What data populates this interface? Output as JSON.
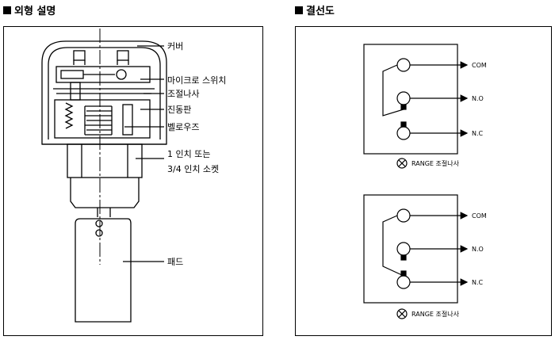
{
  "headings": {
    "left": "외형 설명",
    "right": "결선도"
  },
  "exterior": {
    "labels": {
      "cover": "커버",
      "micro_switch": "마이크로 스위치",
      "adjust_screw": "조절나사",
      "vibration_plate": "진동판",
      "bellows": "벨로우즈",
      "socket_line1": "1 인치 또는",
      "socket_line2": "3/4 인치 소켓",
      "paddle": "패드"
    }
  },
  "wiring": {
    "diagram1": {
      "com": "COM",
      "no": "N.O",
      "nc": "N.C",
      "range": "RANGE 조절나사"
    },
    "diagram2": {
      "com": "COM",
      "no": "N.O",
      "nc": "N.C",
      "range": "RANGE 조절나사"
    }
  }
}
